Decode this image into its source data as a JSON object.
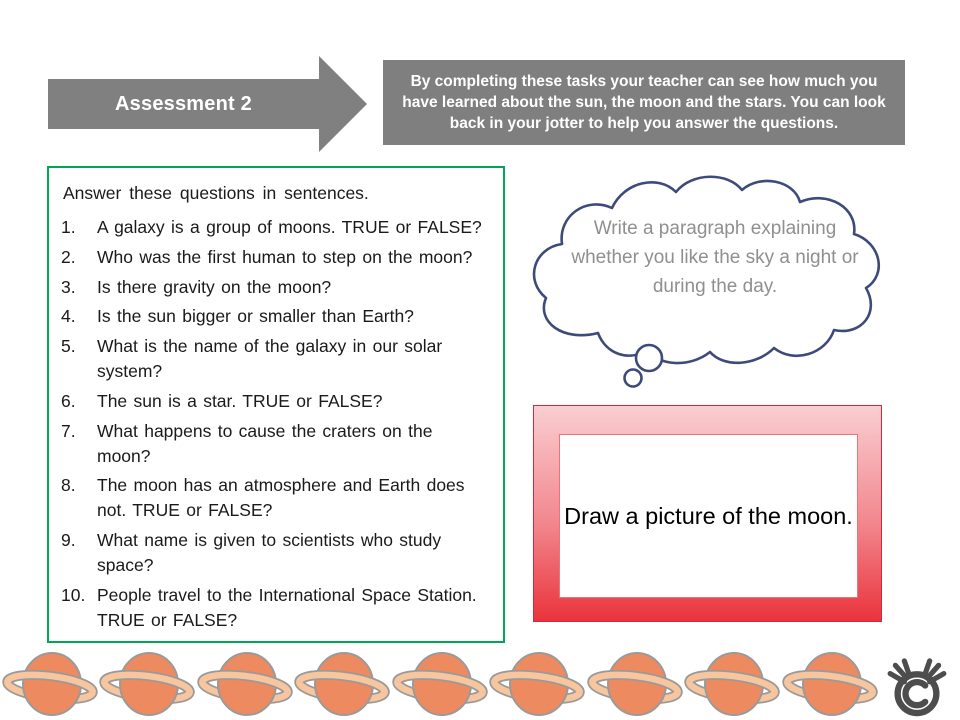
{
  "header": {
    "arrow_label": "Assessment 2",
    "instruction": "By completing these tasks your teacher can see how much you have learned about the sun, the moon and the stars. You can look back in your jotter to help you answer the questions."
  },
  "questions": {
    "intro": "Answer these questions in sentences.",
    "items": [
      {
        "num": "1.",
        "text": "A galaxy is a group of moons. TRUE or FALSE?"
      },
      {
        "num": "2.",
        "text": "Who was the first human to step on the moon?"
      },
      {
        "num": "3.",
        "text": "Is there gravity on the moon?"
      },
      {
        "num": "4.",
        "text": "Is the sun bigger or smaller than Earth?"
      },
      {
        "num": "5.",
        "text": "What is the name of the galaxy in our solar system?"
      },
      {
        "num": "6.",
        "text": "The sun is a star. TRUE or FALSE?"
      },
      {
        "num": "7.",
        "text": "What happens to cause the craters on the moon?"
      },
      {
        "num": "8.",
        "text": "The moon has an atmosphere and Earth does not. TRUE or FALSE?"
      },
      {
        "num": "9.",
        "text": "What name is given to scientists who study space?"
      },
      {
        "num": "10.",
        "text": "People travel to the International Space Station. TRUE or FALSE?"
      }
    ]
  },
  "thought_bubble": {
    "text": "Write a paragraph explaining whether you like the sky a night or during the day."
  },
  "draw_box": {
    "text": "Draw a picture of the moon."
  },
  "footer": {
    "planet_icon": "saturn-planet",
    "planet_count": 9,
    "logo_icon": "moose-copyright"
  },
  "colors": {
    "arrow_gray": "#808080",
    "instruction_gray": "#7F7F7F",
    "question_border_green": "#00A651",
    "bubble_outline_navy": "#3E4A79",
    "bubble_text_gray": "#8F8F8F",
    "draw_frame_red": "#EA333C",
    "draw_frame_pink": "#F9CED1",
    "planet_orange": "#EE8A5F",
    "planet_ring_orange": "#F8C69E",
    "logo_gray": "#4D4D4D"
  }
}
